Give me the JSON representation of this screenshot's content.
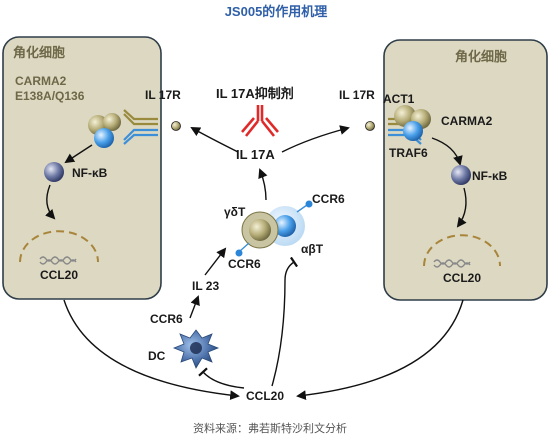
{
  "title": "JS005的作用机理",
  "source": "资料来源：弗若斯特沙利文分析",
  "colors": {
    "title": "#2f5fa8",
    "cell_fill": "#dcd8c2",
    "cell_border": "#2f3d48",
    "cell_label": "#6e6848",
    "text": "#1a1a1a",
    "inhibitor": "#e02a2a",
    "receptor_olive": "#9a8a3e",
    "receptor_blue": "#3d8fd8",
    "dashed": "#a8853a",
    "dna": "#888888",
    "arrow": "#111111"
  },
  "left_cell": {
    "label": "角化细胞",
    "carma_line1": "CARMA2",
    "carma_line2": "E138A/Q136",
    "nfkb": "NF-κB",
    "ccl20": "CCL20",
    "receptor": "IL 17R"
  },
  "right_cell": {
    "label": "角化细胞",
    "act1": "ACT1",
    "carma": "CARMA2",
    "traf6": "TRAF6",
    "nfkb": "NF-κB",
    "ccl20": "CCL20",
    "receptor": "IL 17R"
  },
  "center": {
    "inhibitor": "IL 17A抑制剂",
    "il17a": "IL 17A",
    "gdt": "γδT",
    "abt": "αβT",
    "ccr6_top": "CCR6",
    "ccr6_bottom": "CCR6",
    "il23": "IL 23",
    "ccr6_dc": "CCR6",
    "dc": "DC",
    "ccl20_bottom": "CCL20"
  },
  "icons": {
    "inhibitor": "antibody-icon",
    "receptor": "receptor-icon",
    "cell": "sphere-cell-icon",
    "dc": "dendritic-cell-icon",
    "dna": "dna-icon"
  }
}
